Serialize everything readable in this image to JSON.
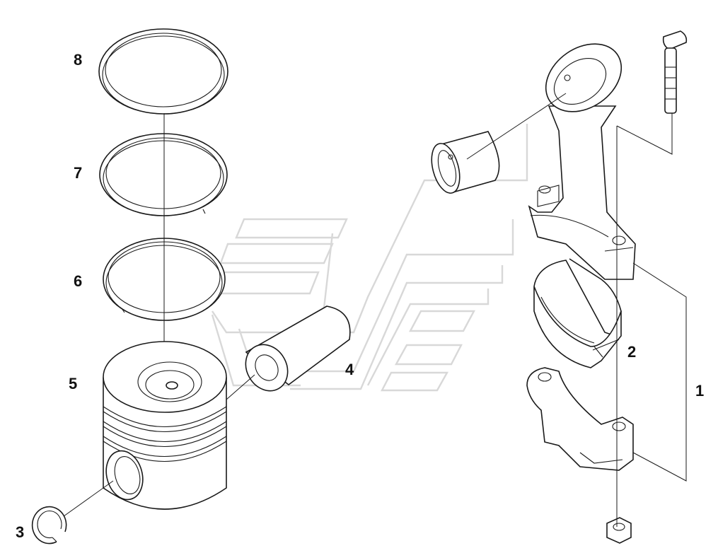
{
  "callouts": {
    "c1": "1",
    "c2": "2",
    "c3": "3",
    "c4": "4",
    "c5": "5",
    "c6": "6",
    "c7": "7",
    "c8": "8"
  },
  "colors": {
    "line": "#1a1a1a",
    "watermark": "#d8d8d8",
    "background": "#ffffff"
  }
}
